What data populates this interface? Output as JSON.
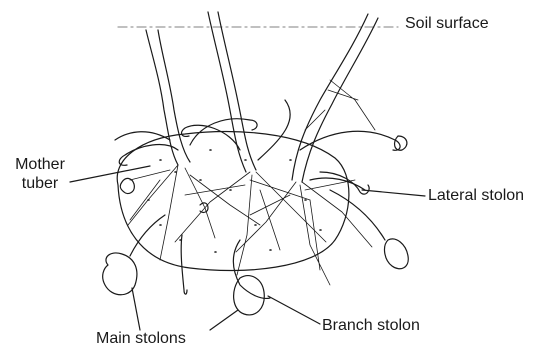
{
  "labels": {
    "soil_surface": "Soil surface",
    "mother_tuber_line1": "Mother",
    "mother_tuber_line2": "tuber",
    "lateral_stolon": "Lateral stolon",
    "branch_stolon": "Branch stolon",
    "main_stolons": "Main stolons"
  },
  "colors": {
    "ink": "#1a1a1a",
    "soil_line": "#9a9a9a",
    "background": "#ffffff"
  }
}
